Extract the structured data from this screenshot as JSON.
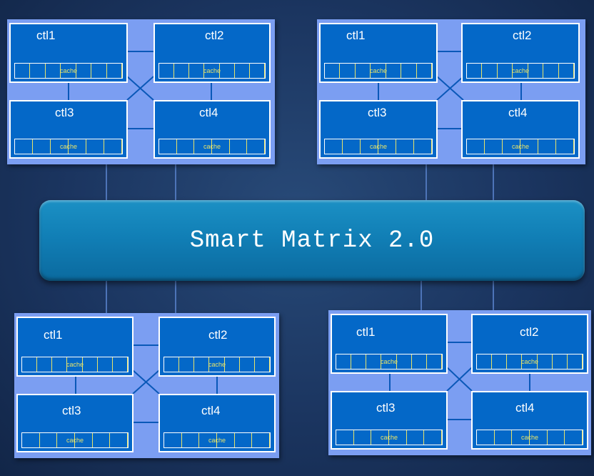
{
  "matrix": {
    "title": "Smart Matrix 2.0"
  },
  "engines": [
    {
      "controllers": [
        {
          "label": "ctl1",
          "cache": "cache"
        },
        {
          "label": "ctl2",
          "cache": "cache"
        },
        {
          "label": "ctl3",
          "cache": "cache"
        },
        {
          "label": "ctl4",
          "cache": "cache"
        }
      ]
    },
    {
      "controllers": [
        {
          "label": "ctl1",
          "cache": "cache"
        },
        {
          "label": "ctl2",
          "cache": "cache"
        },
        {
          "label": "ctl3",
          "cache": "cache"
        },
        {
          "label": "ctl4",
          "cache": "cache"
        }
      ]
    },
    {
      "controllers": [
        {
          "label": "ctl1",
          "cache": "cache"
        },
        {
          "label": "ctl2",
          "cache": "cache"
        },
        {
          "label": "ctl3",
          "cache": "cache"
        },
        {
          "label": "ctl4",
          "cache": "cache"
        }
      ]
    },
    {
      "controllers": [
        {
          "label": "ctl1",
          "cache": "cache"
        },
        {
          "label": "ctl2",
          "cache": "cache"
        },
        {
          "label": "ctl3",
          "cache": "cache"
        },
        {
          "label": "ctl4",
          "cache": "cache"
        }
      ]
    }
  ],
  "colors": {
    "background": "#1b3560",
    "engine": "#7b9ef2",
    "controller": "#0468c8",
    "cache_text": "#e7e36a",
    "matrix": "#117fb6"
  }
}
